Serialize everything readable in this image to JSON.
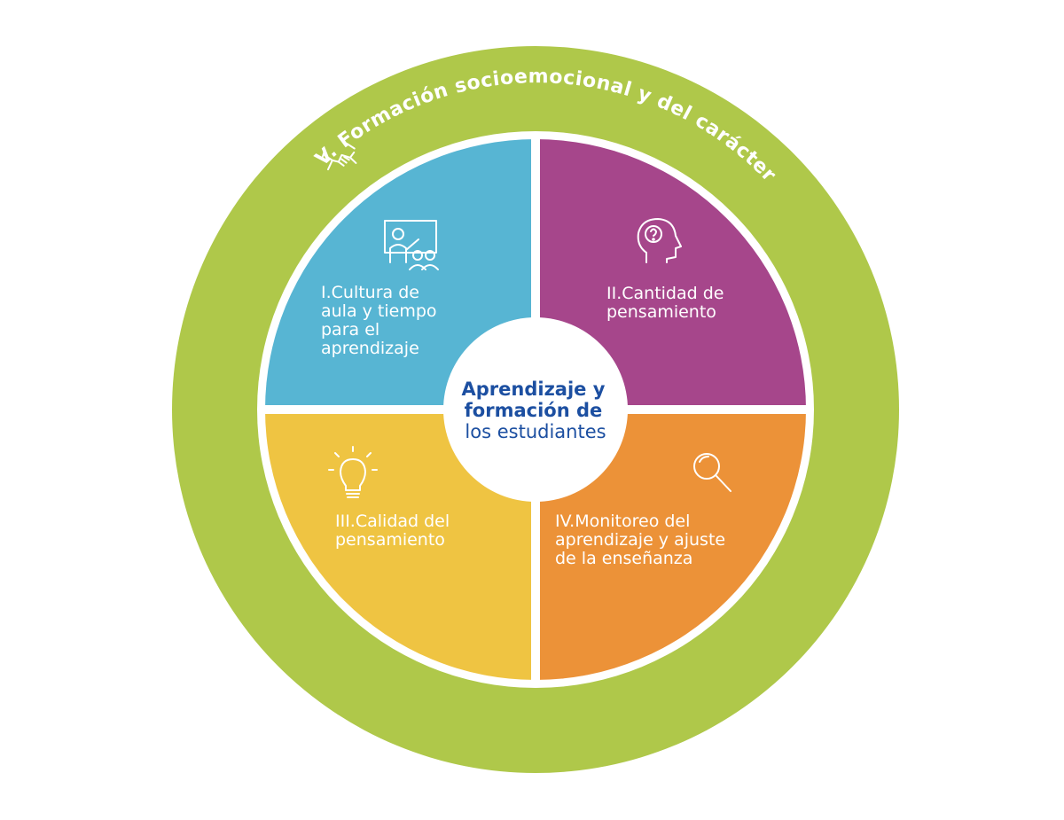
{
  "ring": {
    "label": "V. Formación socioemocional y del carácter",
    "color": "#afc84a",
    "icon": "handshake-icon"
  },
  "quadrants": [
    {
      "id": "q1",
      "color": "#57b5d3",
      "icon": "classroom-teacher-icon",
      "lines": [
        "I.Cultura de",
        "aula y tiempo",
        "para el",
        "aprendizaje"
      ]
    },
    {
      "id": "q2",
      "color": "#a6468b",
      "icon": "head-question-icon",
      "lines": [
        "II.Cantidad de",
        "pensamiento"
      ]
    },
    {
      "id": "q3",
      "color": "#efc442",
      "icon": "lightbulb-icon",
      "lines": [
        "III.Calidad del",
        "pensamiento"
      ]
    },
    {
      "id": "q4",
      "color": "#ec9238",
      "icon": "magnifier-icon",
      "lines": [
        "IV.Monitoreo del",
        "aprendizaje y ajuste",
        "de la enseñanza"
      ]
    }
  ],
  "center": {
    "line1": "Aprendizaje y",
    "line2": "formación de",
    "line3": "los estudiantes",
    "color": "#1c4fa1"
  }
}
